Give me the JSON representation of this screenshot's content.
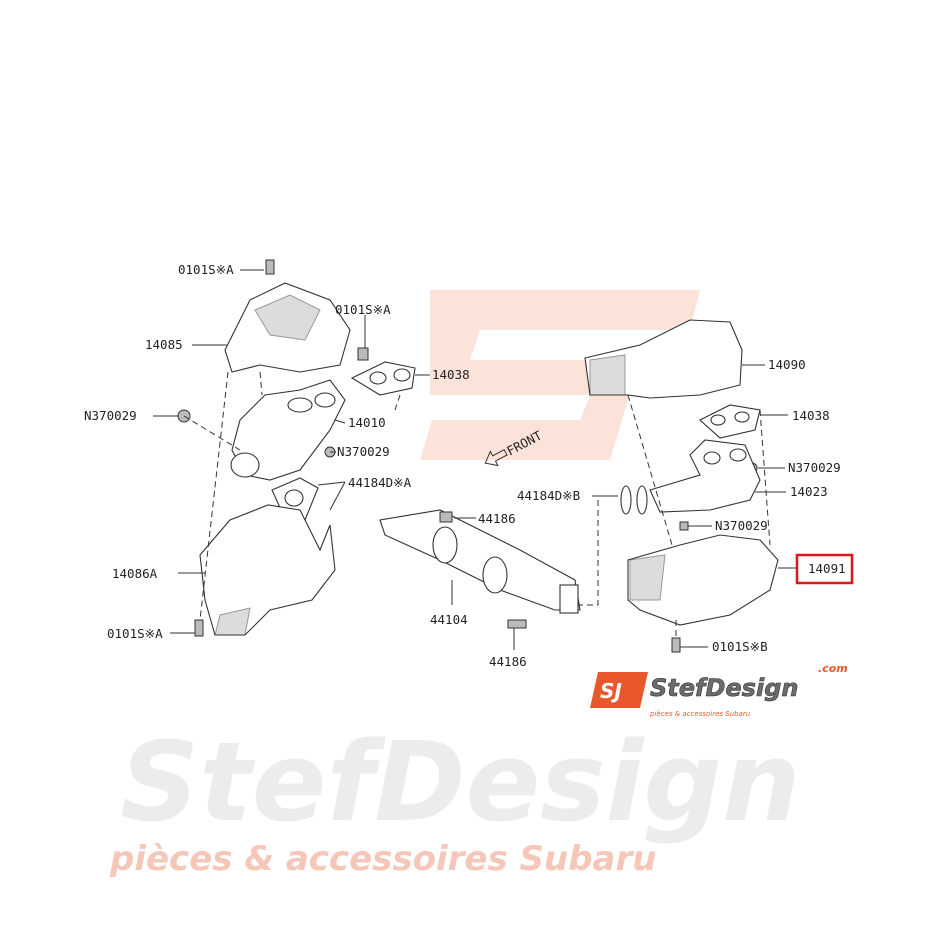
{
  "watermark": {
    "brand": "StefDesign",
    "tagline": "pièces & accessoires Subaru",
    "color": "#f6c6b8"
  },
  "highlight_color": "#e0141b",
  "front_label": "FRONT",
  "callouts": {
    "bolt_top_left": "0101S※A",
    "bolt_mid": "0101S※A",
    "heat_shield_upper_left": "14085",
    "gasket_left": "14038",
    "nut_left": "N370029",
    "manifold_left": "14010",
    "nut_left_2": "N370029",
    "gasket_a": "44184D※A",
    "bolt_44186_top": "44186",
    "heat_shield_lower_left": "14086A",
    "bolt_bottom_left": "0101S※A",
    "catalytic_pipe": "44104",
    "bolt_44186_bottom": "44186",
    "heat_shield_upper_right": "14090",
    "gasket_right": "14038",
    "nut_right": "N370029",
    "manifold_right": "14023",
    "gasket_b": "44184D※B",
    "nut_right_2": "N370029",
    "heat_shield_lower_right": "14091",
    "bolt_bottom_right": "0101S※B"
  },
  "selected_part": "14091",
  "logo": {
    "mark": "SJ",
    "name": "StefDesign",
    "suffix": ".com",
    "tagline": "pièces & accessoires Subaru",
    "orange": "#e8582a",
    "grey": "#6b6b6b"
  }
}
